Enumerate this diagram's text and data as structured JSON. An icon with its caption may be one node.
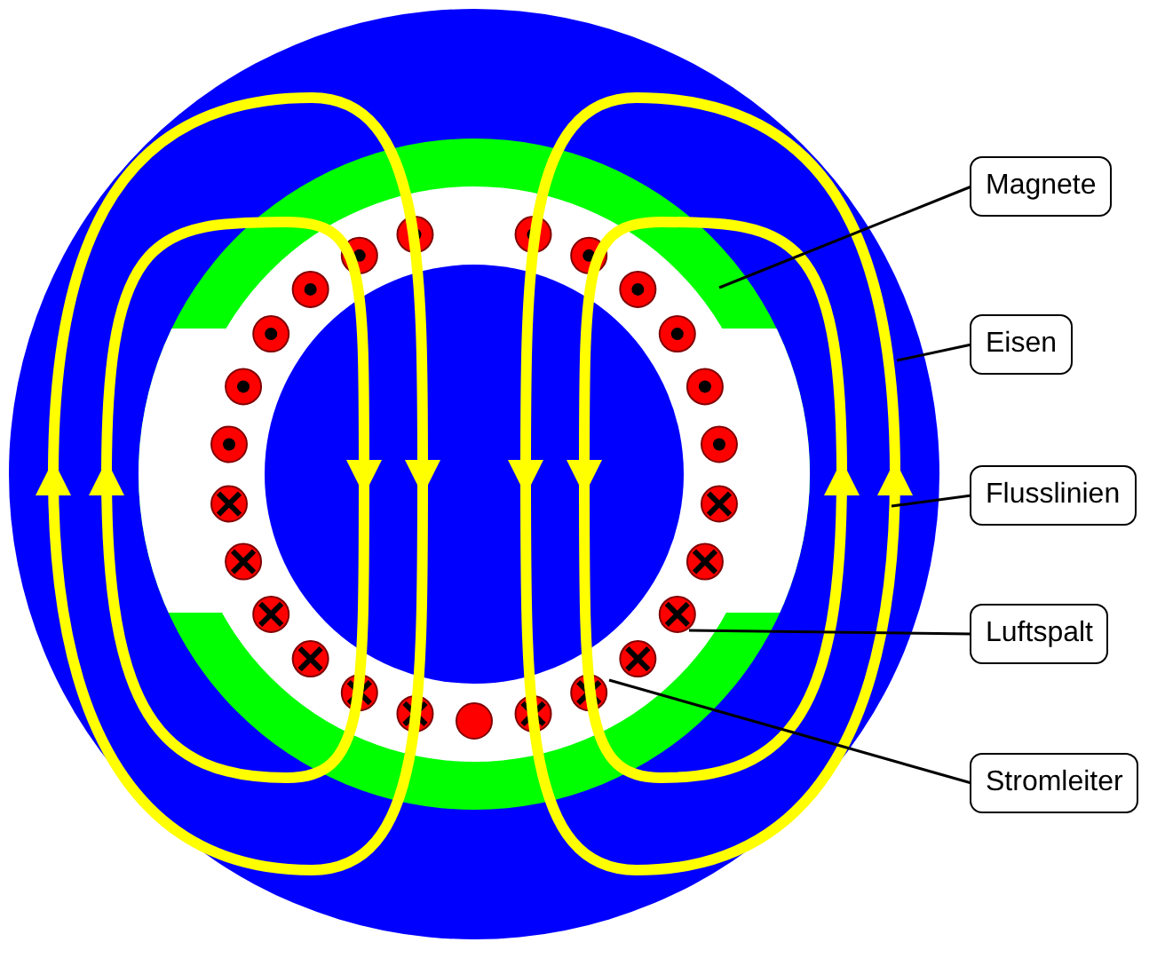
{
  "diagram": {
    "nodes": [
      {
        "text": [
          "Magnete"
        ]
      },
      {
        "text": [
          "Eisen"
        ]
      },
      {
        "text": [
          "Flusslinien"
        ]
      },
      {
        "text": [
          "Luftspalt"
        ]
      },
      {
        "text": [
          "Stromleiter"
        ]
      }
    ],
    "edges": [
      {
        "from": 0,
        "to": null,
        "arrow": "none"
      },
      {
        "from": 1,
        "to": null,
        "arrow": "none"
      },
      {
        "from": 2,
        "to": null,
        "arrow": "none"
      },
      {
        "from": 3,
        "to": null,
        "arrow": "none"
      },
      {
        "from": 4,
        "to": null,
        "arrow": "none"
      }
    ]
  }
}
